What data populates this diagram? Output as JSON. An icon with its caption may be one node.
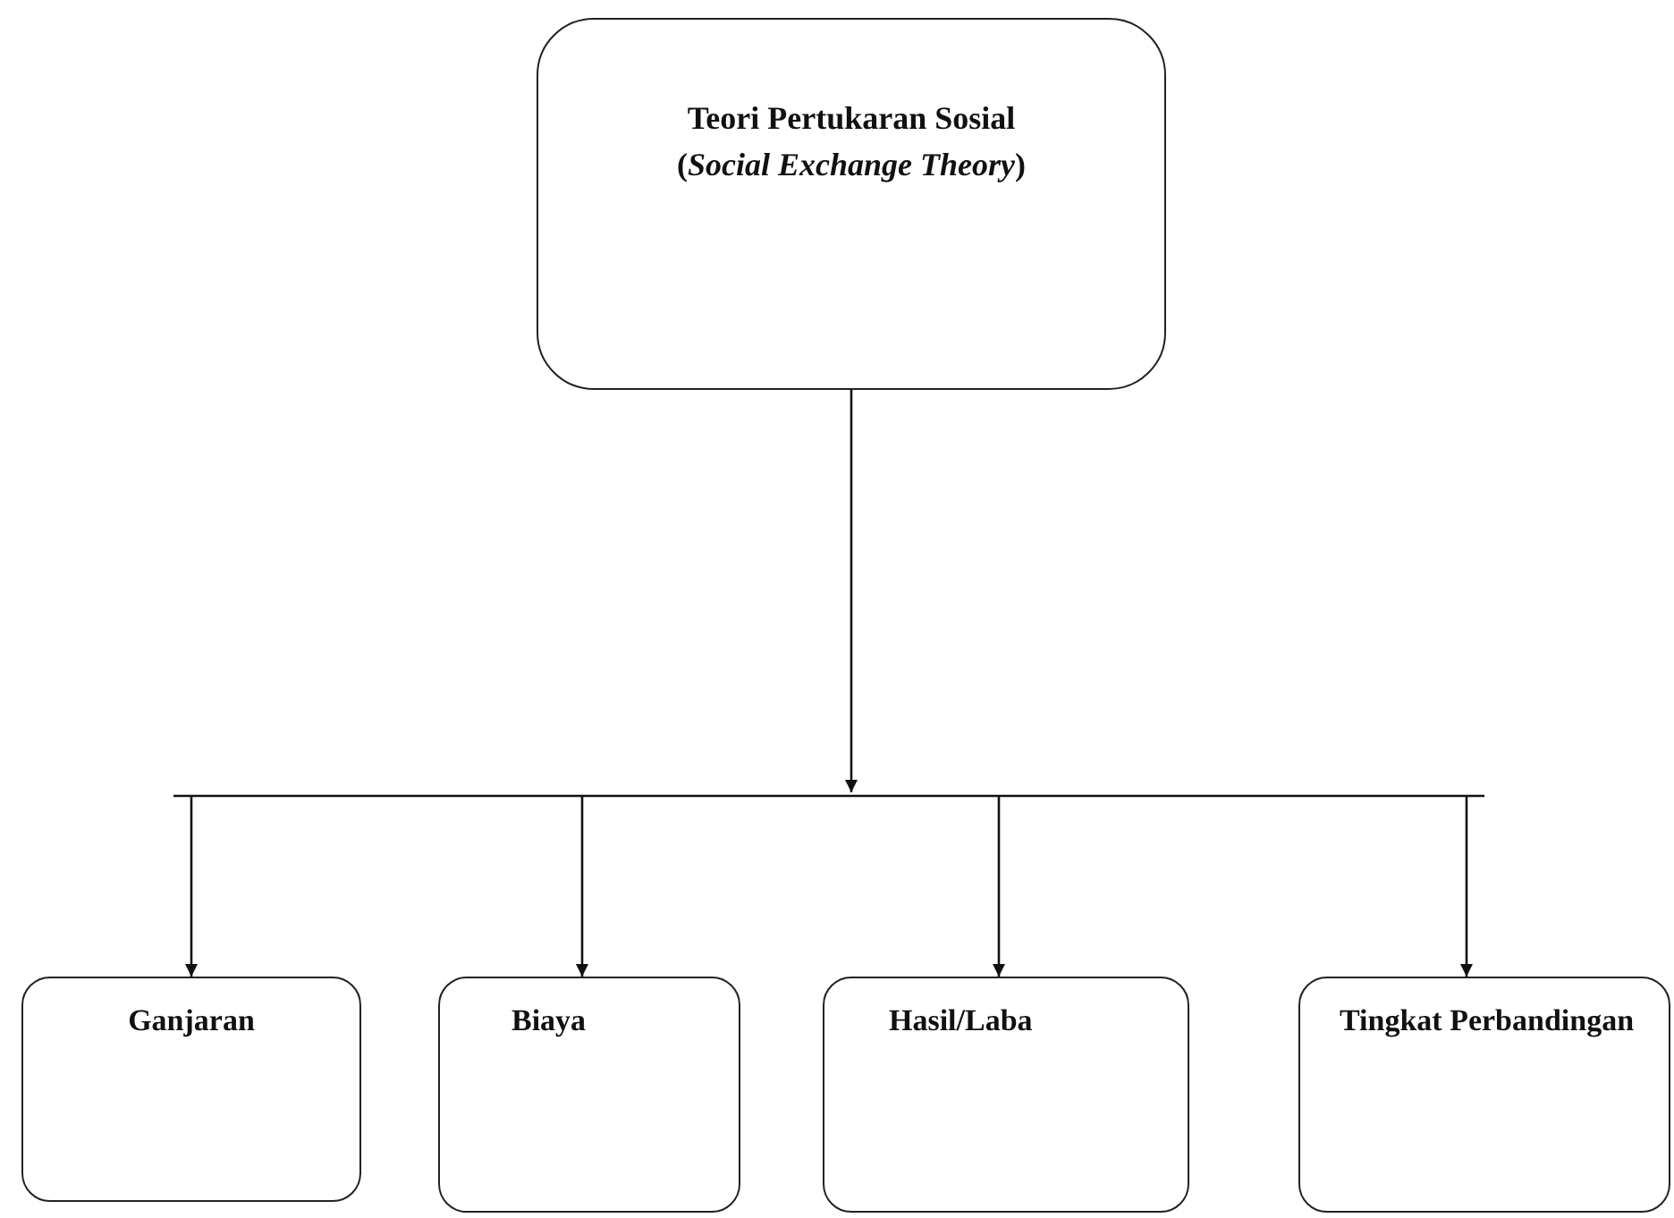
{
  "diagram": {
    "nodes": [
      {
        "text": [
          "Teori Pertukaran Sosial",
          "(*Social Exchange Theory*)"
        ]
      },
      {
        "text": [
          "Ganjaran"
        ]
      },
      {
        "text": [
          "Biaya"
        ]
      },
      {
        "text": [
          "Hasil/Laba"
        ]
      },
      {
        "text": [
          "Tingkat Perbandingan"
        ]
      }
    ],
    "edges": [
      {
        "from": 0,
        "to": 1,
        "arrow": "to"
      },
      {
        "from": 0,
        "to": 2,
        "arrow": "to"
      },
      {
        "from": 0,
        "to": 3,
        "arrow": "to"
      },
      {
        "from": 0,
        "to": 4,
        "arrow": "to"
      }
    ]
  }
}
